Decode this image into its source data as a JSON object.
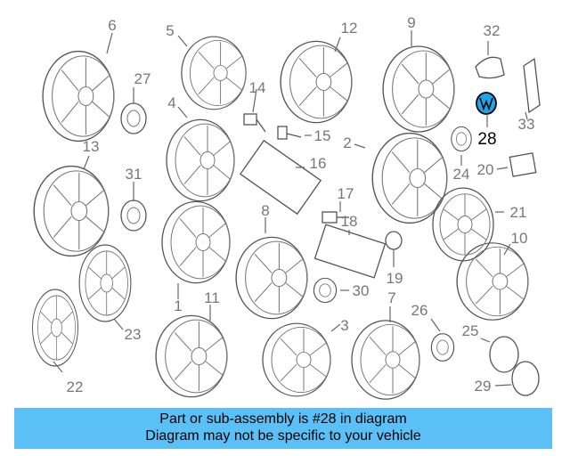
{
  "diagram": {
    "callouts": [
      {
        "id": "p6",
        "label": "6"
      },
      {
        "id": "p5",
        "label": "5"
      },
      {
        "id": "p12",
        "label": "12"
      },
      {
        "id": "p9",
        "label": "9"
      },
      {
        "id": "p32",
        "label": "32"
      },
      {
        "id": "p27",
        "label": "27"
      },
      {
        "id": "p14",
        "label": "14"
      },
      {
        "id": "p4",
        "label": "4"
      },
      {
        "id": "p15",
        "label": "15"
      },
      {
        "id": "p2",
        "label": "2"
      },
      {
        "id": "p33",
        "label": "33"
      },
      {
        "id": "p28",
        "label": "28"
      },
      {
        "id": "p13",
        "label": "13"
      },
      {
        "id": "p16",
        "label": "16"
      },
      {
        "id": "p24",
        "label": "24"
      },
      {
        "id": "p20",
        "label": "20"
      },
      {
        "id": "p31",
        "label": "31"
      },
      {
        "id": "p17",
        "label": "17"
      },
      {
        "id": "p8",
        "label": "8"
      },
      {
        "id": "p18",
        "label": "18"
      },
      {
        "id": "p21",
        "label": "21"
      },
      {
        "id": "p10",
        "label": "10"
      },
      {
        "id": "p19",
        "label": "19"
      },
      {
        "id": "p30",
        "label": "30"
      },
      {
        "id": "p1",
        "label": "1"
      },
      {
        "id": "p11",
        "label": "11"
      },
      {
        "id": "p7",
        "label": "7"
      },
      {
        "id": "p26",
        "label": "26"
      },
      {
        "id": "p23",
        "label": "23"
      },
      {
        "id": "p3",
        "label": "3"
      },
      {
        "id": "p25",
        "label": "25"
      },
      {
        "id": "p22",
        "label": "22"
      },
      {
        "id": "p29",
        "label": "29"
      }
    ],
    "highlight_part": "28",
    "highlight_color": "#1ea7e8"
  },
  "banner": {
    "line1": "Part or sub-assembly is #28 in diagram",
    "line2": "Diagram may not be specific to your vehicle",
    "background": "#5bc0f5"
  }
}
